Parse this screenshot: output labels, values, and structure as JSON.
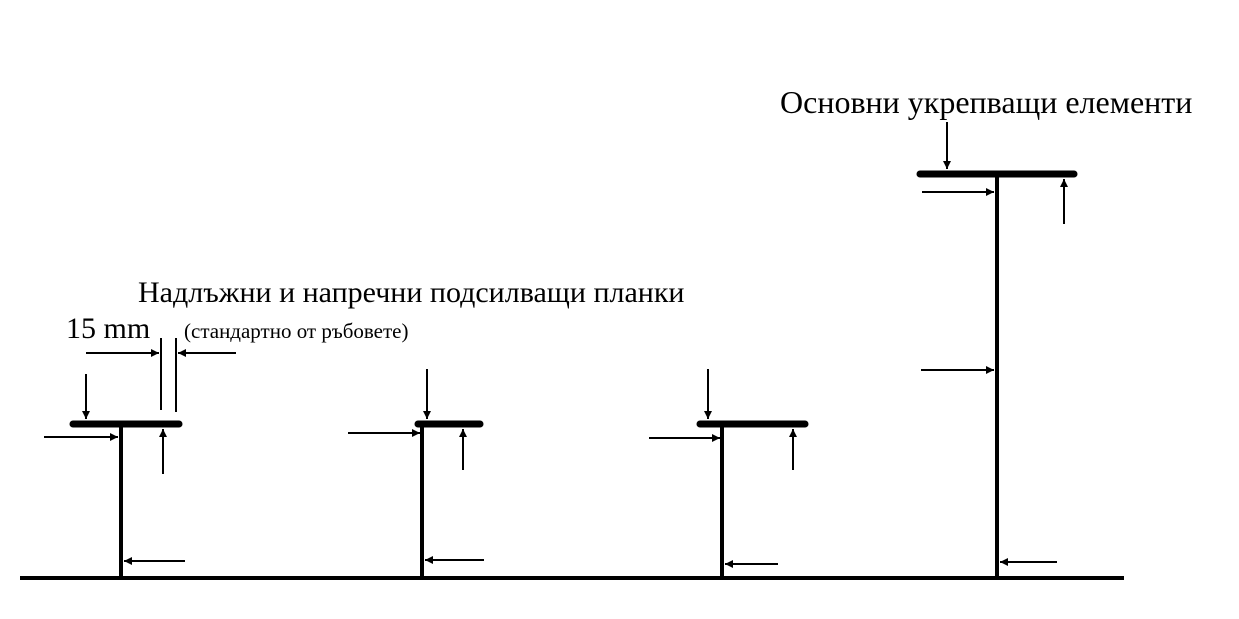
{
  "labels": {
    "main_elements": "Основни укрепващи елементи",
    "secondary_battens": "Надлъжни и напречни подсилващи планки",
    "dimension": "15 mm",
    "dimension_note": "(стандартно от ръбовете)"
  },
  "colors": {
    "ink": "#000000",
    "background": "#ffffff"
  }
}
